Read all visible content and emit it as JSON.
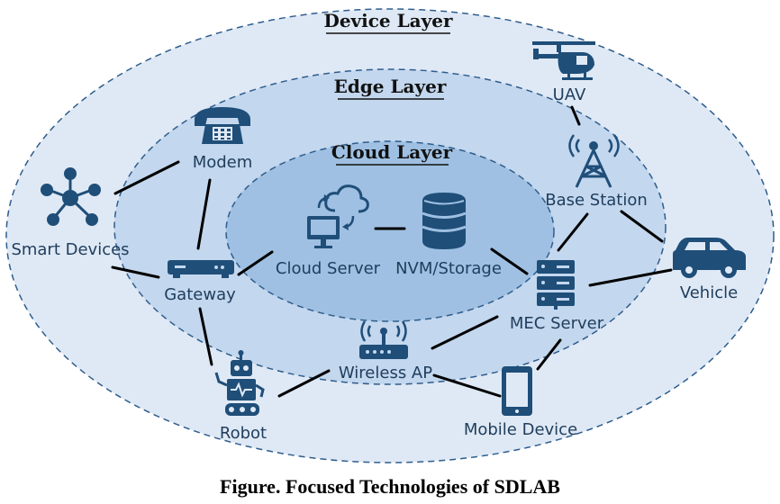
{
  "layers": {
    "device": "Device Layer",
    "edge": "Edge Layer",
    "cloud": "Cloud Layer"
  },
  "nodes": {
    "uav": "UAV",
    "base_station": "Base Station",
    "vehicle": "Vehicle",
    "mec_server": "MEC Server",
    "mobile_device": "Mobile Device",
    "wireless_ap": "Wireless AP",
    "robot": "Robot",
    "gateway": "Gateway",
    "smart_devices": "Smart Devices",
    "modem": "Modem",
    "cloud_server": "Cloud Server",
    "nvm_storage": "NVM/Storage"
  },
  "caption": "Figure. Focused Technologies of SDLAB",
  "colors": {
    "outer_fill": "#dfe9f5",
    "middle_fill": "#c3d7ee",
    "inner_fill": "#9fc0e2",
    "icon": "#1f4e79",
    "label": "#1f3d5c",
    "ellipse_stroke": "#2f5d8c"
  }
}
